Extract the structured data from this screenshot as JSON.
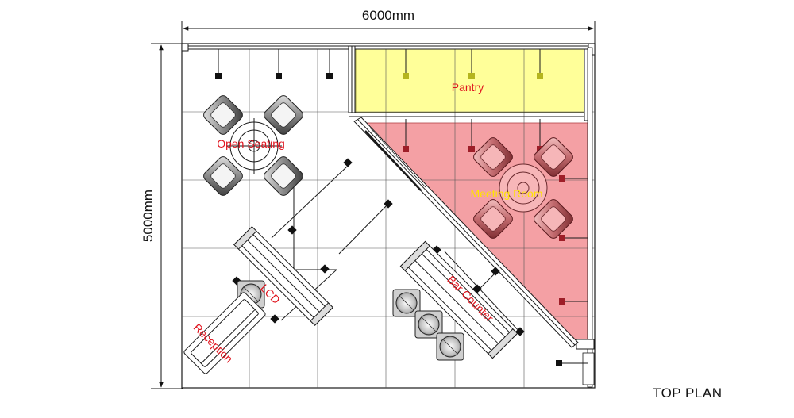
{
  "dimensions": {
    "width_label": "6000mm",
    "height_label": "5000mm"
  },
  "title": "TOP PLAN",
  "zones": {
    "pantry": "Pantry",
    "meeting_room": "Meeting Room",
    "open_seating": "Open Seating",
    "bar_counter": "Bar Counter",
    "lcd": "LCD",
    "reception": "Reception"
  },
  "colors": {
    "pantry_fill": "#ffff99",
    "meeting_fill": "#f4a0a4",
    "label_red": "#e0141e",
    "label_yellow": "#ffe400",
    "pantry_light": "#b5b51e",
    "meeting_light": "#9e1e28"
  }
}
